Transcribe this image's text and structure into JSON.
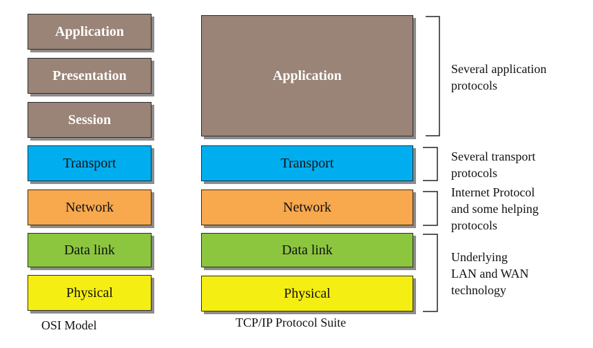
{
  "colors": {
    "upper": "#9a8477",
    "transport": "#00aeef",
    "network": "#f8a84d",
    "datalink": "#8cc63f",
    "physical": "#f5ee12"
  },
  "osi": {
    "caption": "OSI Model",
    "layers": {
      "application": "Application",
      "presentation": "Presentation",
      "session": "Session",
      "transport": "Transport",
      "network": "Network",
      "datalink": "Data link",
      "physical": "Physical"
    }
  },
  "tcpip": {
    "caption": "TCP/IP Protocol Suite",
    "layers": {
      "application": "Application",
      "transport": "Transport",
      "network": "Network",
      "datalink": "Data link",
      "physical": "Physical"
    }
  },
  "descriptions": {
    "application": [
      "Several application",
      "protocols"
    ],
    "transport": [
      "Several transport",
      "protocols"
    ],
    "network": [
      "Internet Protocol",
      "and some helping",
      "protocols"
    ],
    "lower": [
      "Underlying",
      "LAN and WAN",
      "technology"
    ]
  }
}
